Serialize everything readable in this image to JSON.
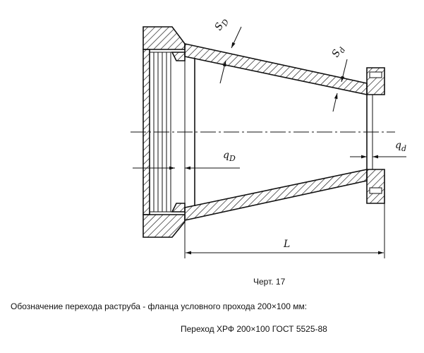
{
  "drawing": {
    "labels": {
      "s_big": "S",
      "s_big_sub": "D",
      "s_small": "S",
      "s_small_sub": "d",
      "q_big": "q",
      "q_big_sub": "D",
      "q_small": "q",
      "q_small_sub": "d",
      "length": "L"
    }
  },
  "caption": {
    "figure": "Черт. 17",
    "designation": "Обозначение перехода раструба - фланца условного прохода 200",
    "designation_tail": "100 мм:",
    "times_sign": "×",
    "example": "Переход ХРФ 200",
    "example_tail": "100 ГОСТ 5525-88"
  }
}
